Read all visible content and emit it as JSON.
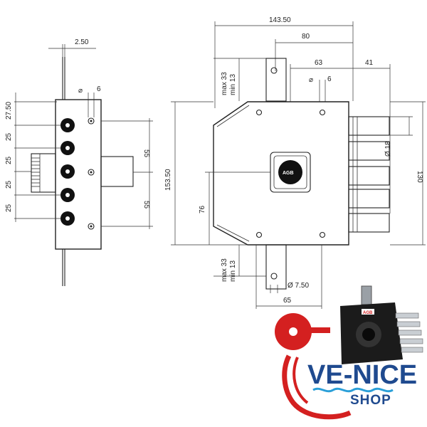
{
  "side_view": {
    "top_offset": "2.50",
    "screw_hole": "6",
    "spacing_labels": [
      "27.50",
      "25",
      "25",
      "25",
      "25"
    ],
    "bolt_spacing": [
      "55",
      "55"
    ]
  },
  "front_view": {
    "overall_width": "143.50",
    "width_80": "80",
    "width_63": "63",
    "width_41": "41",
    "screw_hole": "6",
    "overall_height": "153.50",
    "height_76": "76",
    "bolt_diameter": "Ø 18",
    "bolt_height": "130",
    "top_max": "max 33",
    "top_min": "min 13",
    "bottom_max": "max 33",
    "bottom_min": "min 13",
    "bottom_hole": "Ø 7.50",
    "bottom_width": "65",
    "cylinder_brand": "AGB"
  },
  "product_photo_brand": "AGB",
  "logo": {
    "name": "VE-NICE",
    "sub": "SHOP",
    "colors": {
      "blue": "#1f4a8f",
      "red": "#d42020",
      "wave": "#2a9fd8"
    }
  }
}
